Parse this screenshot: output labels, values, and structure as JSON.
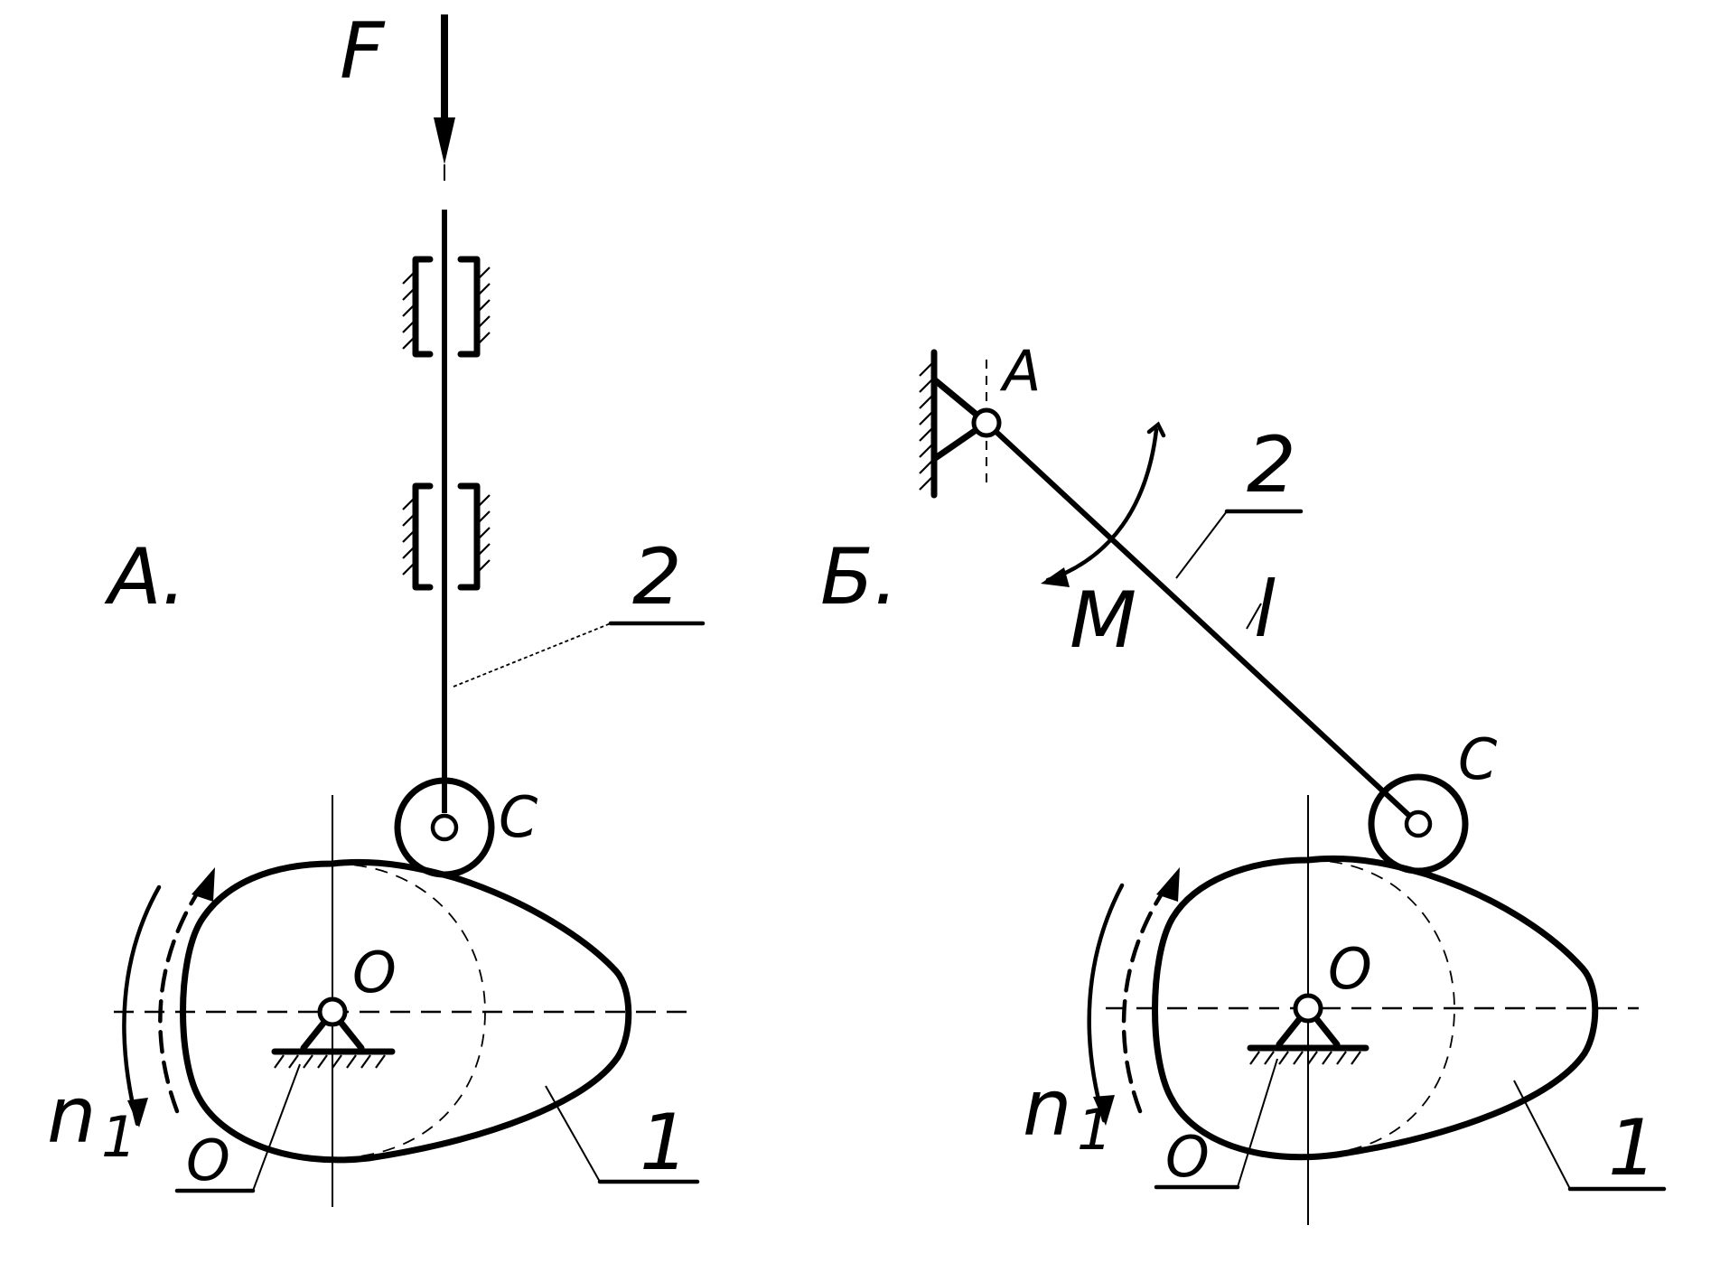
{
  "diagram_a": {
    "label": "А.",
    "force": "F",
    "roller": "C",
    "pivot": "O",
    "pivot_leader": "O",
    "rotation": "n",
    "rotation_sub": "1",
    "part_cam": "1",
    "part_follower": "2"
  },
  "diagram_b": {
    "label": "Б.",
    "pivot_top": "A",
    "moment": "M",
    "length": "l",
    "roller": "C",
    "pivot": "O",
    "pivot_leader": "O",
    "rotation": "n",
    "rotation_sub": "1",
    "part_cam": "1",
    "part_follower": "2"
  }
}
